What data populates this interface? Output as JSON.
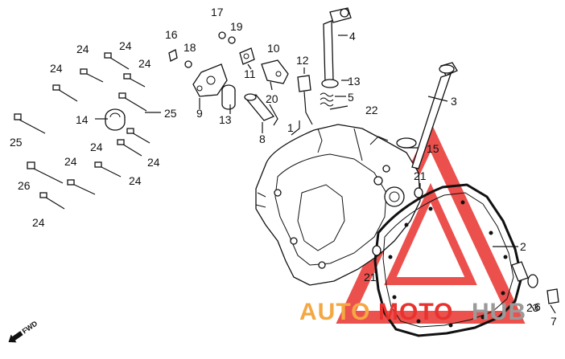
{
  "diagram": {
    "callouts": [
      {
        "id": "c1",
        "text": "1"
      },
      {
        "id": "c2",
        "text": "2"
      },
      {
        "id": "c3",
        "text": "3"
      },
      {
        "id": "c4",
        "text": "4"
      },
      {
        "id": "c5",
        "text": "5"
      },
      {
        "id": "c6",
        "text": "6"
      },
      {
        "id": "c7",
        "text": "7"
      },
      {
        "id": "c8",
        "text": "8"
      },
      {
        "id": "c9",
        "text": "9"
      },
      {
        "id": "c10",
        "text": "10"
      },
      {
        "id": "c11",
        "text": "11"
      },
      {
        "id": "c12",
        "text": "12"
      },
      {
        "id": "c13a",
        "text": "13"
      },
      {
        "id": "c13b",
        "text": "13"
      },
      {
        "id": "c14",
        "text": "14"
      },
      {
        "id": "c15",
        "text": "15"
      },
      {
        "id": "c16",
        "text": "16"
      },
      {
        "id": "c17",
        "text": "17"
      },
      {
        "id": "c18",
        "text": "18"
      },
      {
        "id": "c19",
        "text": "19"
      },
      {
        "id": "c20",
        "text": "20"
      },
      {
        "id": "c21a",
        "text": "21"
      },
      {
        "id": "c21b",
        "text": "21"
      },
      {
        "id": "c22",
        "text": "22"
      },
      {
        "id": "c23",
        "text": "23"
      },
      {
        "id": "c24a",
        "text": "24"
      },
      {
        "id": "c24b",
        "text": "24"
      },
      {
        "id": "c24c",
        "text": "24"
      },
      {
        "id": "c24d",
        "text": "24"
      },
      {
        "id": "c24e",
        "text": "24"
      },
      {
        "id": "c24f",
        "text": "24"
      },
      {
        "id": "c24g",
        "text": "24"
      },
      {
        "id": "c24h",
        "text": "24"
      },
      {
        "id": "c25a",
        "text": "25"
      },
      {
        "id": "c25b",
        "text": "25"
      },
      {
        "id": "c26",
        "text": "26"
      }
    ],
    "fwd_marker": "FWD"
  },
  "watermark": {
    "text_part1": "AUTO",
    "text_part2": "MOTO",
    "text_part3": "HUB",
    "color_orange": "#f5a742",
    "color_red": "#e8322e",
    "color_gray": "#9a9a9a"
  }
}
